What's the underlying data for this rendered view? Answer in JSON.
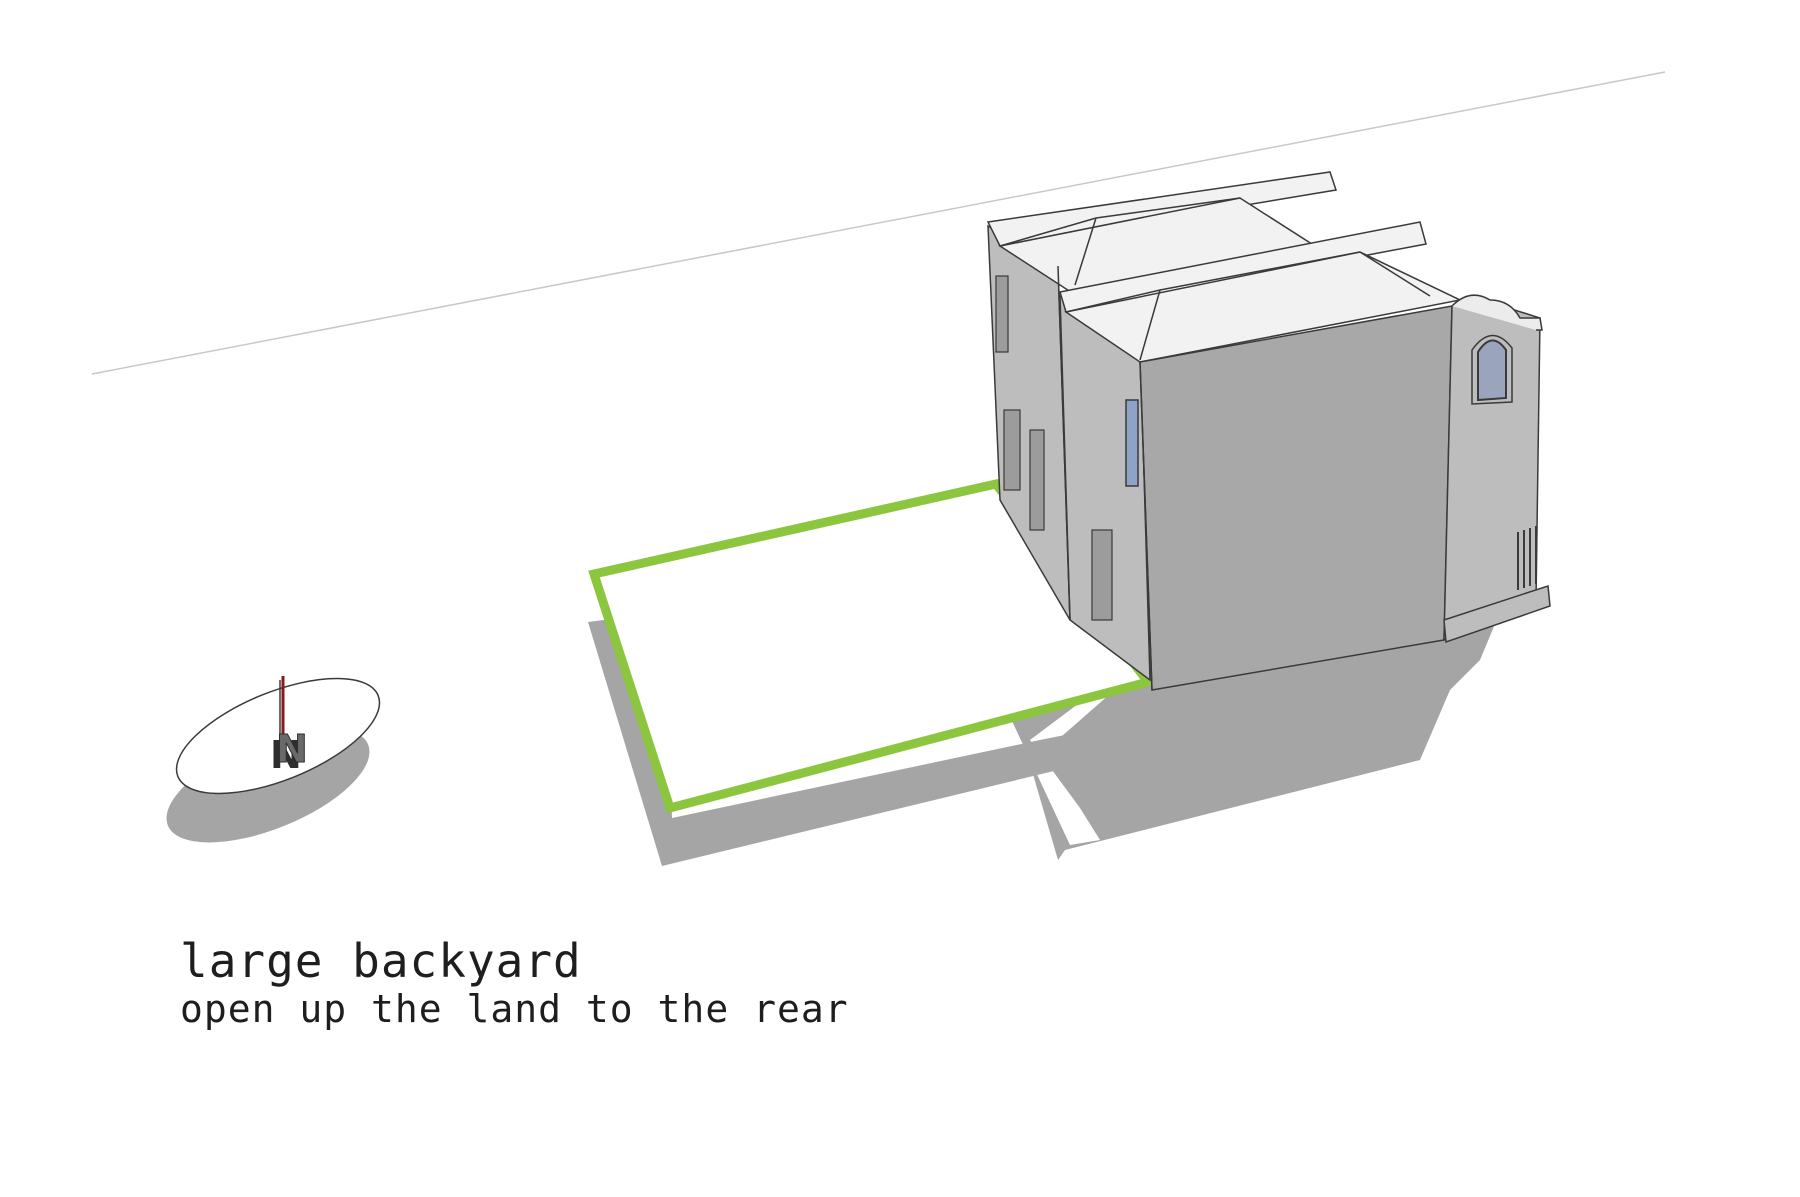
{
  "caption": {
    "title": "large backyard",
    "subtitle": "open up the land to the rear"
  },
  "compass": {
    "label": "N"
  },
  "colors": {
    "background": "#ffffff",
    "building": "#a8a8a8",
    "building_light": "#bdbdbd",
    "roof": "#f2f2f2",
    "shadow": "#a5a5a5",
    "backyard_outline": "#8cc63f",
    "outline": "#3a3a3a",
    "text": "#1e1e1e",
    "compass_needle": "#8b1a1a",
    "window_glass": "#8fa3c7"
  }
}
